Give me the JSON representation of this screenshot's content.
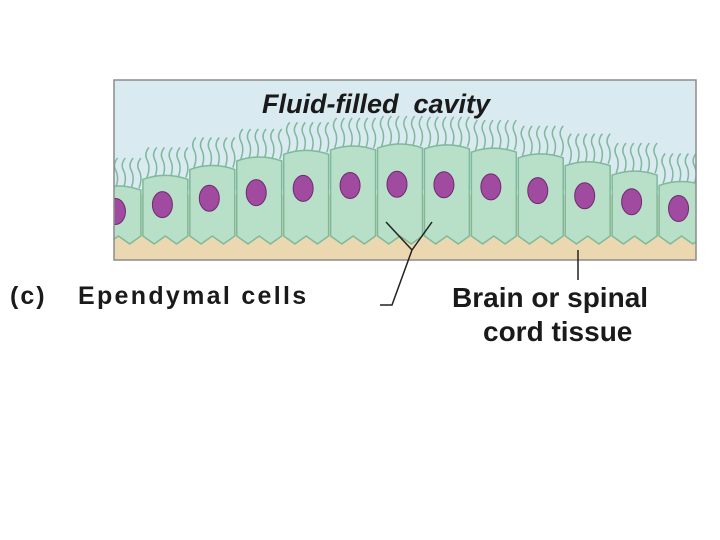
{
  "title": "Fluid-filled  cavity",
  "caption": {
    "prefix": "(c)",
    "label": "Ependymal cells"
  },
  "tissue_label": {
    "line1": "Brain or spinal",
    "line2": "cord tissue"
  },
  "colors": {
    "cavity": "#d9eaf0",
    "tissue": "#ebd8b0",
    "cell_fill": "#b8e0c8",
    "cell_stroke": "#7fb89a",
    "nucleus": "#a04aa0",
    "frame": "#8c8c8c"
  }
}
